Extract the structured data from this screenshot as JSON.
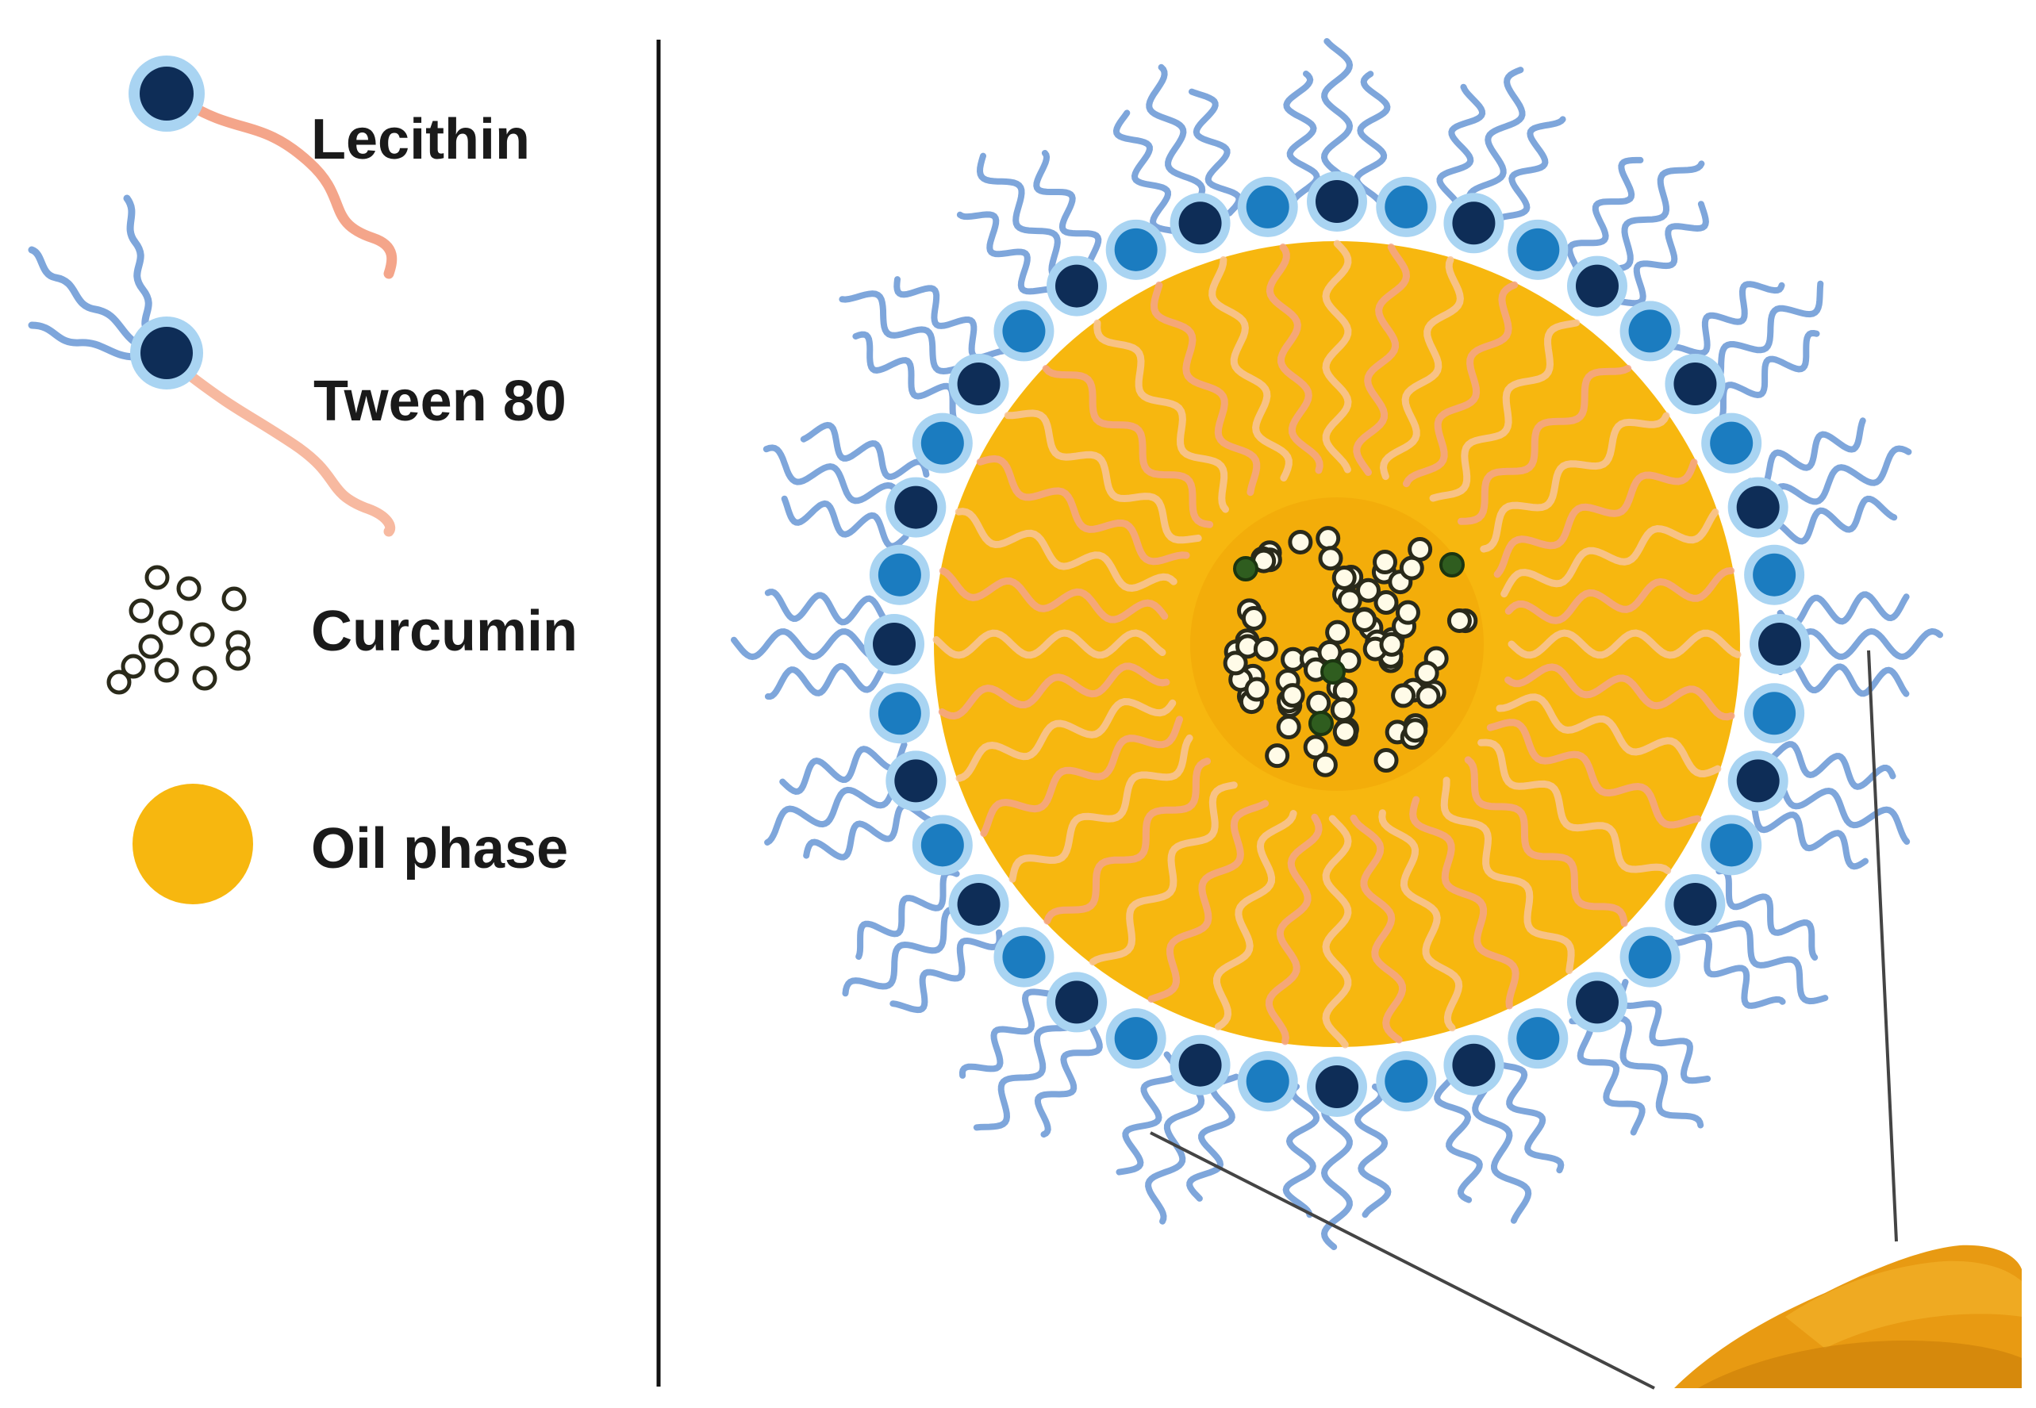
{
  "legend": {
    "items": [
      {
        "key": "lecithin",
        "label": "Lecithin"
      },
      {
        "key": "tween80",
        "label": "Tween 80"
      },
      {
        "key": "curcumin",
        "label": "Curcumin"
      },
      {
        "key": "oil",
        "label": "Oil phase"
      }
    ]
  },
  "colors": {
    "lecithin_head": "#0e2d57",
    "tween_head": "#1b7cc0",
    "head_halo": "#a9d4f2",
    "tween_tail": "#7ea6db",
    "lipid_tail": "#f4a58a",
    "oil": "#f7b70f",
    "core_dot": "#2f5d1f",
    "curcumin_ring": "#2a2a1a",
    "powder": "#e89a12",
    "divider": "#111111"
  }
}
